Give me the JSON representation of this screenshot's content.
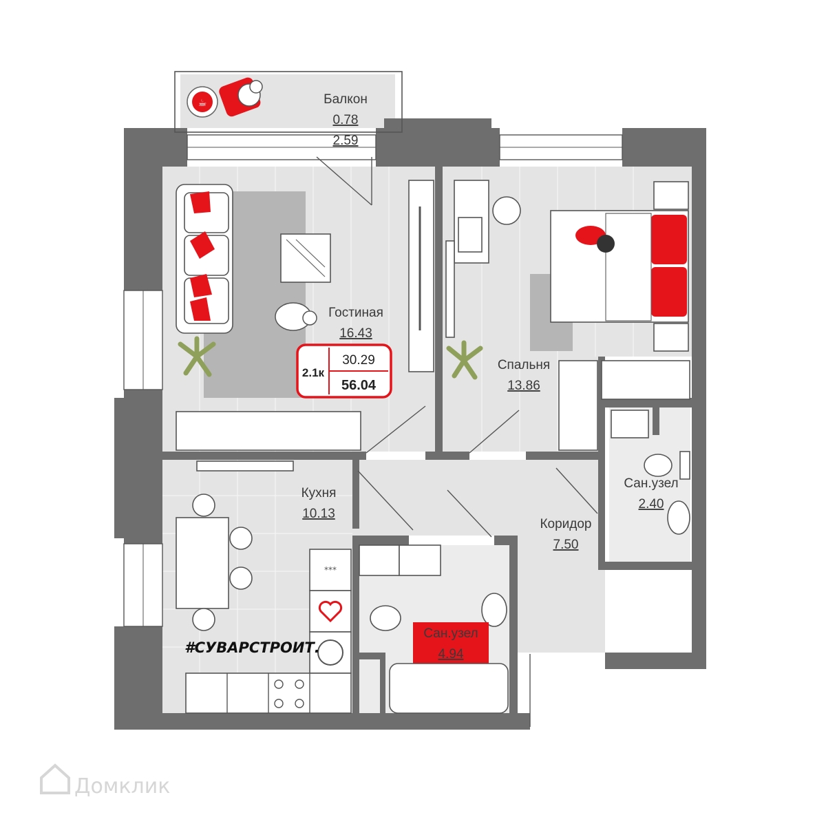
{
  "plan": {
    "rooms": [
      {
        "id": "balcony",
        "name": "Балкон",
        "area_1": "0.78",
        "area_2": "2.59"
      },
      {
        "id": "living",
        "name": "Гостиная",
        "area": "16.43"
      },
      {
        "id": "bedroom",
        "name": "Спальня",
        "area": "13.86"
      },
      {
        "id": "kitchen",
        "name": "Кухня",
        "area": "10.13"
      },
      {
        "id": "corridor",
        "name": "Коридор",
        "area": "7.50"
      },
      {
        "id": "bath-small",
        "name": "Сан.узел",
        "area": "2.40"
      },
      {
        "id": "bath-main",
        "name": "Сан.узел",
        "area": "4.94"
      }
    ],
    "summary": {
      "type": "2.1к",
      "living_area": "30.29",
      "total_area": "56.04"
    },
    "brand": "#СУВАРСТРОИТ.",
    "watermark": "Домклик",
    "colors": {
      "accent": "#e5141b",
      "wall": "#6e6e6e",
      "floor": "#e4e4e4"
    }
  }
}
